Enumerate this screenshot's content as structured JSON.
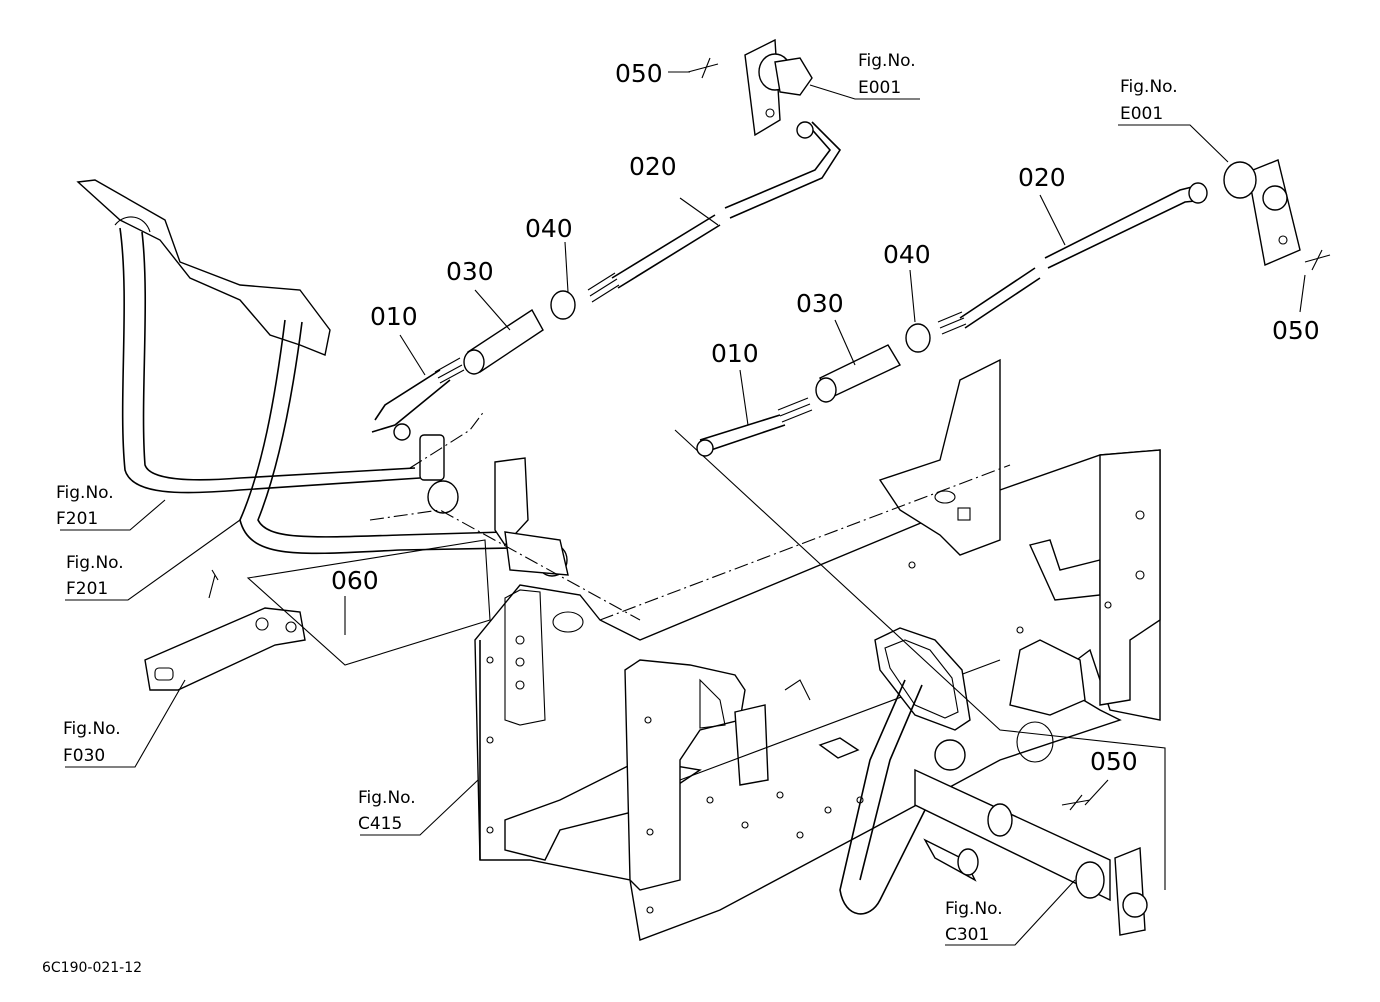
{
  "diagram": {
    "drawing_code": "6C190-021-12",
    "part_labels": {
      "p050_top": "050",
      "p020_left": "020",
      "p040_left": "040",
      "p030_left": "030",
      "p010_left": "010",
      "p020_right": "020",
      "p040_right": "040",
      "p030_right": "030",
      "p010_right": "010",
      "p050_right": "050",
      "p060": "060",
      "p050_bottom": "050"
    },
    "fig_refs": {
      "e001_top": {
        "fig": "Fig.No.",
        "num": "E001"
      },
      "e001_right": {
        "fig": "Fig.No.",
        "num": "E001"
      },
      "f201_a": {
        "fig": "Fig.No.",
        "num": "F201"
      },
      "f201_b": {
        "fig": "Fig.No.",
        "num": "F201"
      },
      "f030": {
        "fig": "Fig.No.",
        "num": "F030"
      },
      "c415": {
        "fig": "Fig.No.",
        "num": "C415"
      },
      "c301": {
        "fig": "Fig.No.",
        "num": "C301"
      }
    }
  }
}
